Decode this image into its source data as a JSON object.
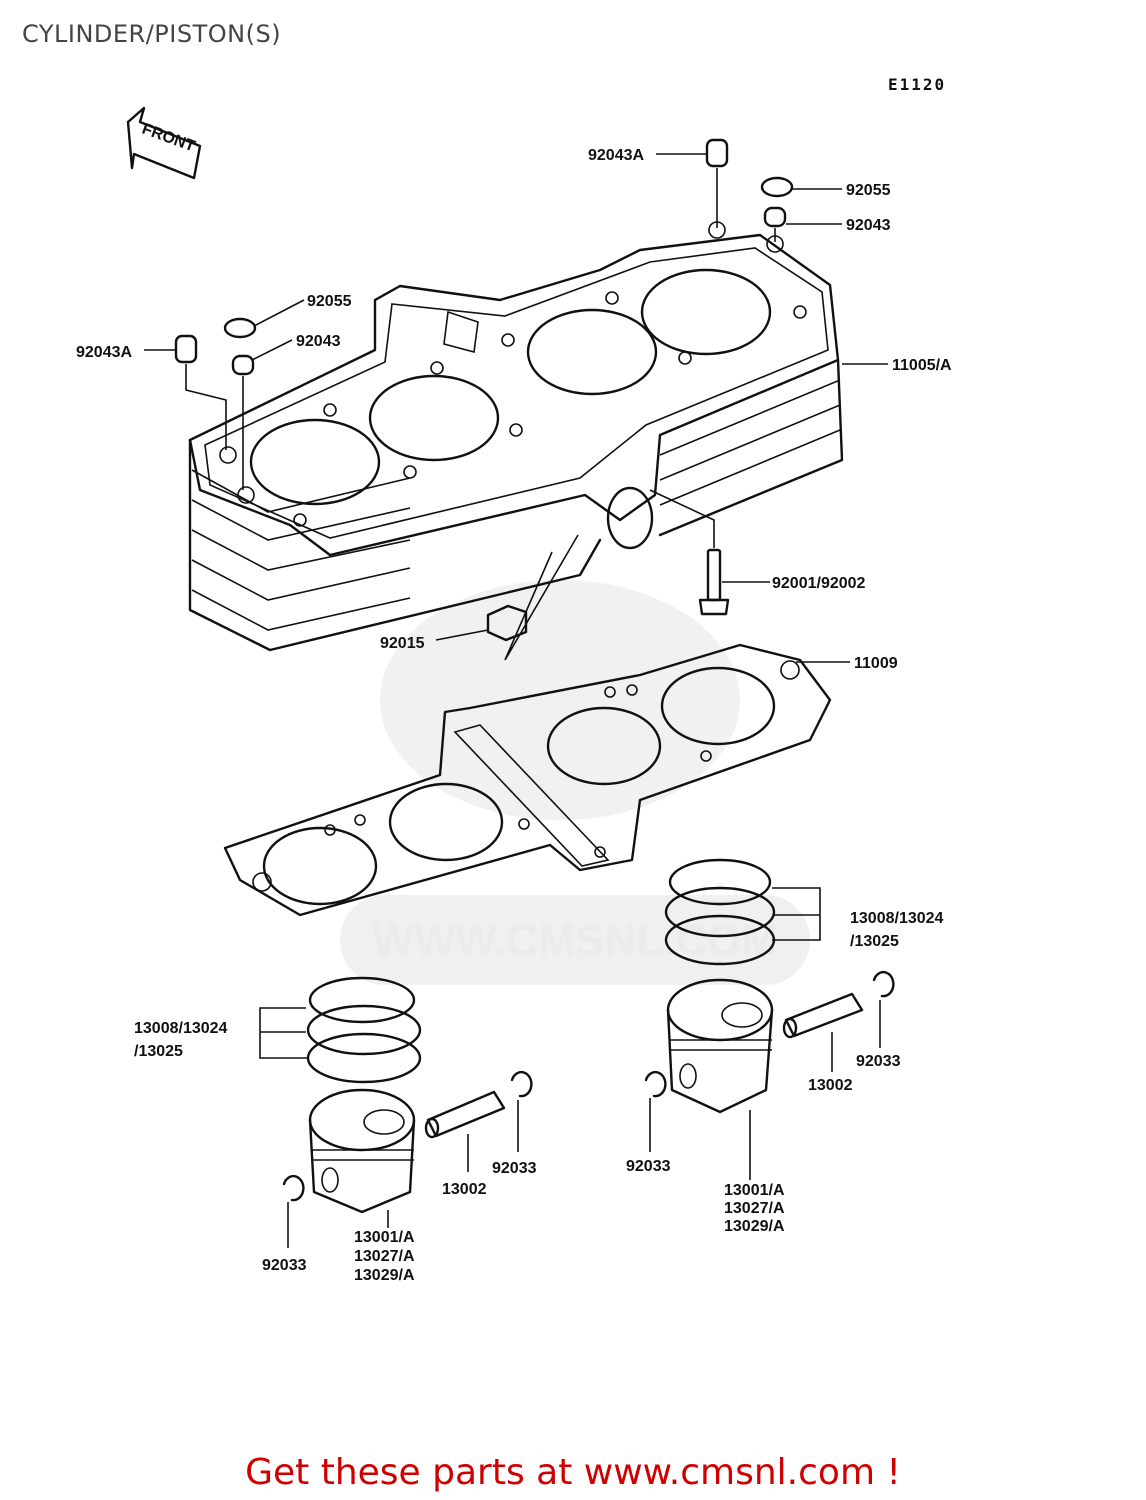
{
  "title": "CYLINDER/PISTON(S)",
  "diagram_code": "E1120",
  "front_arrow_label": "FRONT",
  "watermark_text": "WWW.CMSNL.COM",
  "footer_text": "Get these parts at www.cmsnl.com !",
  "labels": {
    "p92043A_top": "92043A",
    "p92055_right": "92055",
    "p92043_right": "92043",
    "p92055_left": "92055",
    "p92043_left": "92043",
    "p92043A_left": "92043A",
    "p11005A": "11005/A",
    "p92001": "92001/92002",
    "p92015": "92015",
    "p11009": "11009",
    "rings_right_1": "13008/13024",
    "rings_right_2": "/13025",
    "rings_left_1": "13008/13024",
    "rings_left_2": "/13025",
    "circlip_right_outer": "92033",
    "pin_right": "13002",
    "circlip_right_inner": "92033",
    "piston_right_1": "13001/A",
    "piston_right_2": "13027/A",
    "piston_right_3": "13029/A",
    "pin_left": "13002",
    "circlip_left_inner": "92033",
    "piston_left_1": "13001/A",
    "piston_left_2": "13027/A",
    "piston_left_3": "13029/A",
    "circlip_left_outer": "92033"
  }
}
